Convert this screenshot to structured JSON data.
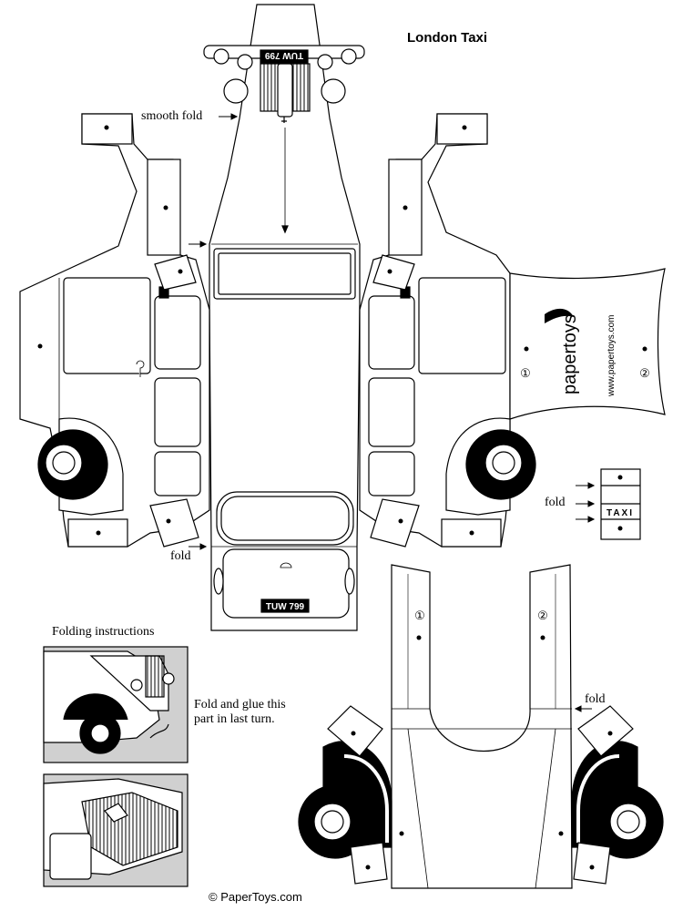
{
  "title": "London Taxi",
  "labels": {
    "smooth_fold": "smooth fold",
    "fold_bottom_left": "fold",
    "fold_sign": "fold",
    "fold_right": "fold",
    "folding_instructions": "Folding instructions",
    "fold_and_glue": "Fold and glue this part in last turn."
  },
  "plates": {
    "front": "TUW 799",
    "rear": "TUW 799"
  },
  "taxi_sign": "TAXI",
  "tab_numbers": [
    "①",
    "②"
  ],
  "brand": {
    "name": "papertoys",
    "url": "www.papertoys.com"
  },
  "copyright": "© PaperToys.com"
}
